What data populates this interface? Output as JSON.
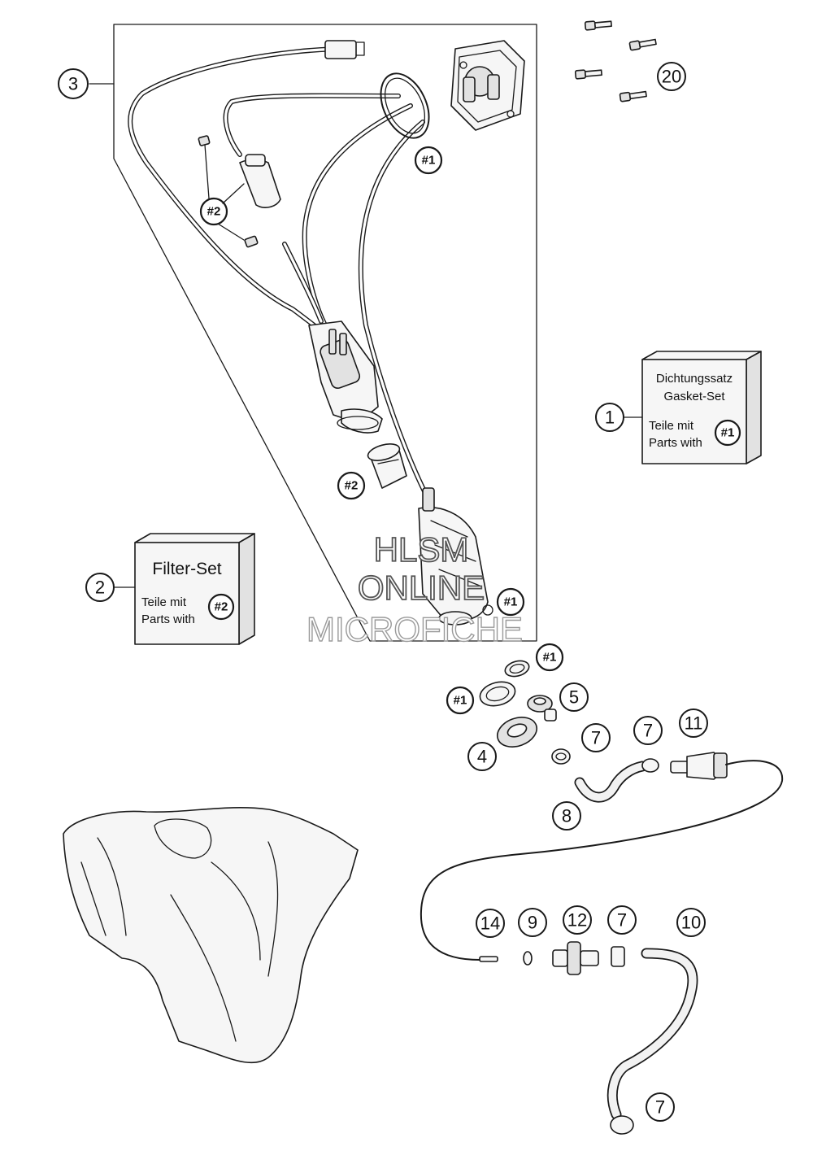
{
  "callouts": {
    "c1": "1",
    "c2": "2",
    "c3": "3",
    "c4": "4",
    "c5": "5",
    "c7a": "7",
    "c7b": "7",
    "c7c": "7",
    "c7d": "7",
    "c8": "8",
    "c9": "9",
    "c10": "10",
    "c11": "11",
    "c12": "12",
    "c14": "14",
    "c20": "20"
  },
  "refs": {
    "gasket": "#1",
    "filter": "#2"
  },
  "gasket_set_box": {
    "line1": "Dichtungssatz",
    "line2": "Gasket-Set",
    "line3": "Teile mit",
    "line4": "Parts with",
    "ref": "#1"
  },
  "filter_set_box": {
    "title": "Filter-Set",
    "line1": "Teile mit",
    "line2": "Parts with",
    "ref": "#2"
  },
  "watermark": {
    "line1": "HLSM",
    "line2": "ONLINE",
    "line3": "MICROFICHE"
  }
}
